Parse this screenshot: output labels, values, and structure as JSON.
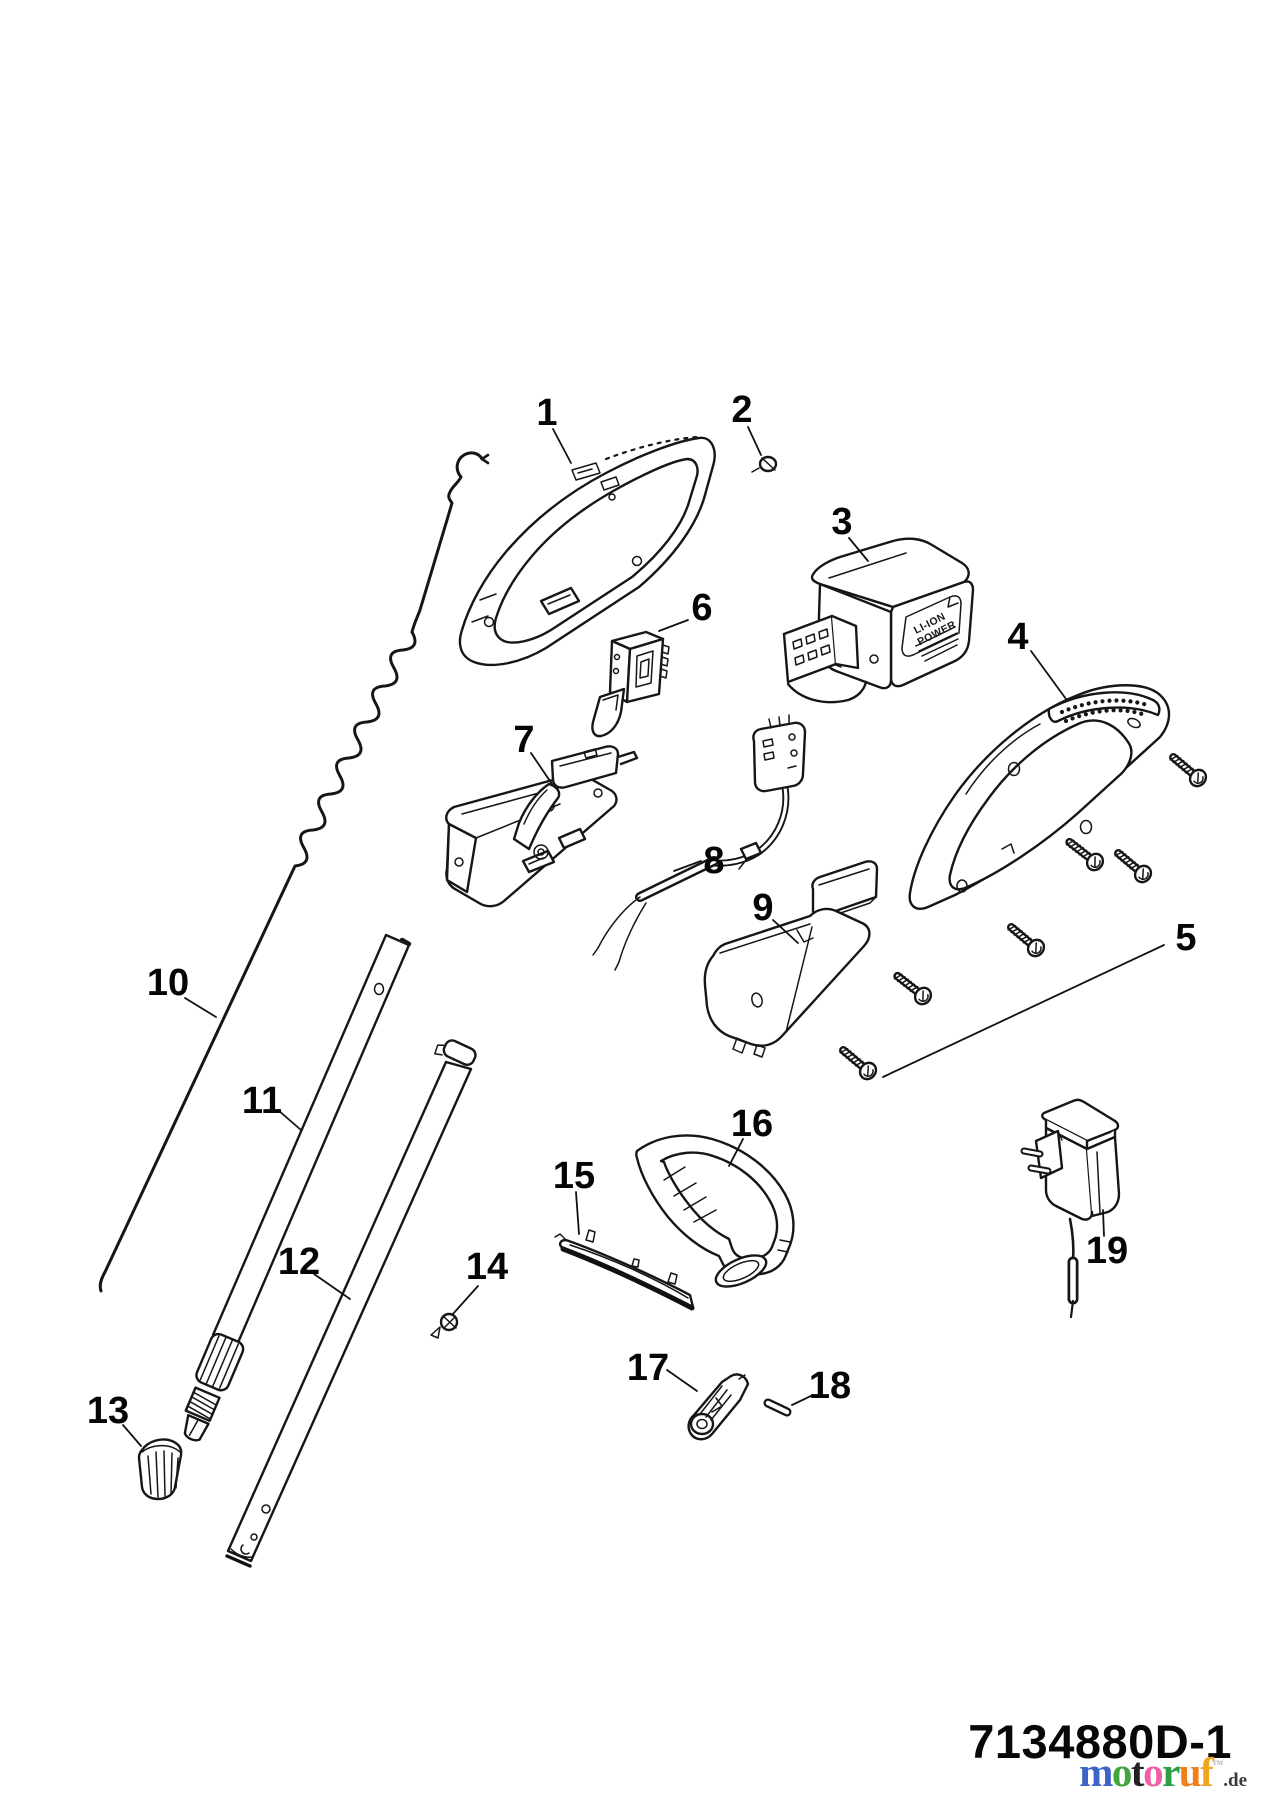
{
  "diagram": {
    "callouts": [
      {
        "label": "1"
      },
      {
        "label": "2"
      },
      {
        "label": "3"
      },
      {
        "label": "4"
      },
      {
        "label": "5"
      },
      {
        "label": "6"
      },
      {
        "label": "7"
      },
      {
        "label": "8"
      },
      {
        "label": "9"
      },
      {
        "label": "10"
      },
      {
        "label": "11"
      },
      {
        "label": "12"
      },
      {
        "label": "13"
      },
      {
        "label": "14"
      },
      {
        "label": "15"
      },
      {
        "label": "16"
      },
      {
        "label": "17"
      },
      {
        "label": "18"
      },
      {
        "label": "19"
      }
    ],
    "battery_label": {
      "line1": "LI-ION",
      "line2": "POWER"
    }
  },
  "footer": {
    "document_number": "7134880D-1"
  },
  "logo": {
    "letters": [
      {
        "ch": "m",
        "style": "color:#3b63c8"
      },
      {
        "ch": "o",
        "style": "color:#3fa53c"
      },
      {
        "ch": "t",
        "style": "color:#222222"
      },
      {
        "ch": "o",
        "style": "color:#ee5fa8"
      },
      {
        "ch": "r",
        "style": "color:#2f9e44"
      },
      {
        "ch": "u",
        "style": "color:#ef7f1c"
      },
      {
        "ch": "f",
        "style": "color:#f0a51e"
      }
    ],
    "trademark": "™",
    "tld": ".de"
  }
}
